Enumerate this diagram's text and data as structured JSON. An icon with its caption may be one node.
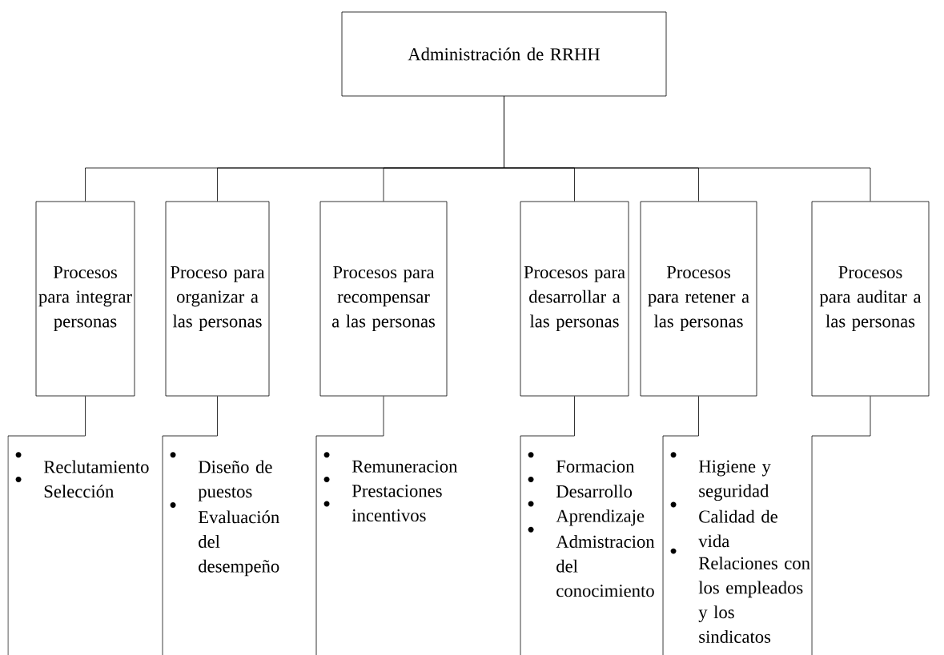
{
  "diagram": {
    "nodes": [
      {
        "text": [
          "Administración de RRHH"
        ]
      },
      {
        "text": [
          "Procesos para integrar personas"
        ]
      },
      {
        "text": [
          "Proceso para organizar a las personas"
        ]
      },
      {
        "text": [
          "Procesos para recompensar a las personas"
        ]
      },
      {
        "text": [
          "Procesos para desarrollar a las personas"
        ]
      },
      {
        "text": [
          "Procesos para retener a las personas"
        ]
      },
      {
        "text": [
          "Procesos para auditar a las personas"
        ]
      },
      {
        "text": [
          "Reclutamiento",
          "Selección"
        ]
      },
      {
        "text": [
          "Diseño de puestos",
          "Evaluación del desempeño"
        ]
      },
      {
        "text": [
          "Remuneracion",
          "Prestaciones",
          "incentivos"
        ]
      },
      {
        "text": [
          "Formacion",
          "Desarrollo",
          "Aprendizaje",
          "Admistracion del conocimiento"
        ]
      },
      {
        "text": [
          "Higiene y seguridad",
          "Calidad de vida",
          "Relaciones con los empleados y los sindicatos"
        ]
      },
      {
        "text": [],
        "shape": "bracket"
      }
    ],
    "edges": [
      {
        "from": 0,
        "to": 1,
        "arrow": "none"
      },
      {
        "from": 0,
        "to": 2,
        "arrow": "none"
      },
      {
        "from": 0,
        "to": 3,
        "arrow": "none"
      },
      {
        "from": 0,
        "to": 4,
        "arrow": "none"
      },
      {
        "from": 0,
        "to": 5,
        "arrow": "none"
      },
      {
        "from": 0,
        "to": 6,
        "arrow": "none"
      },
      {
        "from": 1,
        "to": 7,
        "arrow": "none"
      },
      {
        "from": 2,
        "to": 8,
        "arrow": "none"
      },
      {
        "from": 3,
        "to": 9,
        "arrow": "none"
      },
      {
        "from": 4,
        "to": 10,
        "arrow": "none"
      },
      {
        "from": 5,
        "to": 11,
        "arrow": "none"
      },
      {
        "from": 6,
        "to": 12,
        "arrow": "none"
      }
    ]
  }
}
